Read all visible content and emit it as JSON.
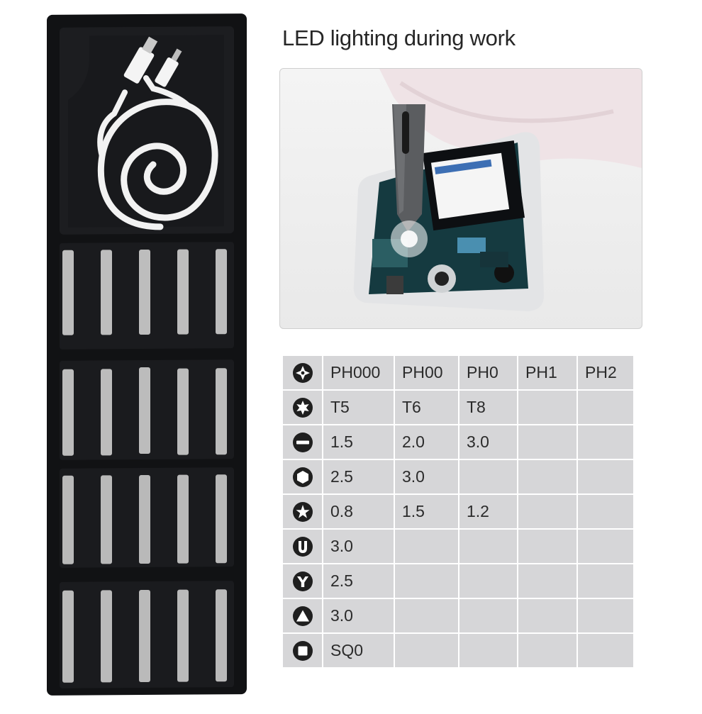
{
  "headline": "LED lighting during work",
  "colors": {
    "table_cell": "#d6d6d8",
    "tray": "#111214"
  },
  "spec_rows": [
    {
      "icon": "phillips-bit-icon",
      "values": [
        "PH000",
        "PH00",
        "PH0",
        "PH1",
        "PH2"
      ]
    },
    {
      "icon": "torx-bit-icon",
      "values": [
        "T5",
        "T6",
        "T8",
        "",
        ""
      ]
    },
    {
      "icon": "slotted-bit-icon",
      "values": [
        "1.5",
        "2.0",
        "3.0",
        "",
        ""
      ]
    },
    {
      "icon": "hex-bit-icon",
      "values": [
        "2.5",
        "3.0",
        "",
        "",
        ""
      ]
    },
    {
      "icon": "pentalobe-bit-icon",
      "values": [
        "0.8",
        "1.5",
        "1.2",
        "",
        ""
      ]
    },
    {
      "icon": "u-bit-icon",
      "values": [
        "3.0",
        "",
        "",
        "",
        ""
      ]
    },
    {
      "icon": "y-bit-icon",
      "values": [
        "2.5",
        "",
        "",
        "",
        ""
      ]
    },
    {
      "icon": "triangle-bit-icon",
      "values": [
        "3.0",
        "",
        "",
        "",
        ""
      ]
    },
    {
      "icon": "square-bit-icon",
      "values": [
        "SQ0",
        "",
        "",
        "",
        ""
      ]
    }
  ]
}
